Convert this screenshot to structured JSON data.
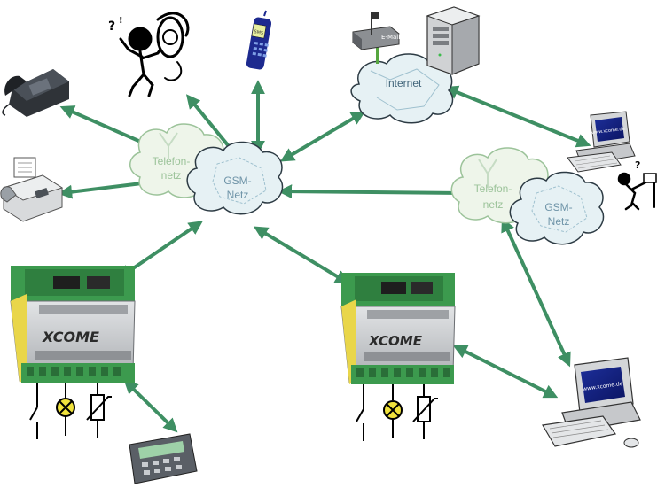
{
  "clouds": {
    "telefonnetz_left": {
      "line1": "Telefon-",
      "line2": "netz"
    },
    "gsm_center": {
      "line1": "GSM-",
      "line2": "Netz"
    },
    "internet": {
      "label": "Internet"
    },
    "telefonnetz_right": {
      "line1": "Telefon-",
      "line2": "netz"
    },
    "gsm_right": {
      "line1": "GSM-",
      "line2": "Netz"
    }
  },
  "devices": {
    "xcome_left": {
      "brand": "XCOME"
    },
    "xcome_right": {
      "brand": "XCOME"
    },
    "mobile_phone": {
      "screen_text": "SMS"
    },
    "mailbox": {
      "sign_text": "E-Mail"
    },
    "monitor_top": {
      "screen_text": "www.xcome.de"
    },
    "monitor_bottom": {
      "screen_text": "www.xcome.de"
    }
  },
  "colors": {
    "arrow": "#3e8f63",
    "cloud_fill": "#e6f1f4",
    "cloud_stroke": "#2d3b44",
    "cloud_text": "#6f94a8",
    "telefon_text": "#9cc39a",
    "xcome_green": "#3c9a4e",
    "xcome_body": "#c7c9cc",
    "led_yellow": "#f0e23c"
  },
  "icons": [
    "telephone-icon",
    "fax-icon",
    "stressed-person-phone-icon",
    "mobile-phone-icon",
    "mailbox-icon",
    "server-tower-icon",
    "computer-icon",
    "person-mailbox-icon",
    "xcome-module-icon",
    "switch-symbol-icon",
    "lamp-symbol-icon",
    "resistor-symbol-icon",
    "control-terminal-icon"
  ]
}
